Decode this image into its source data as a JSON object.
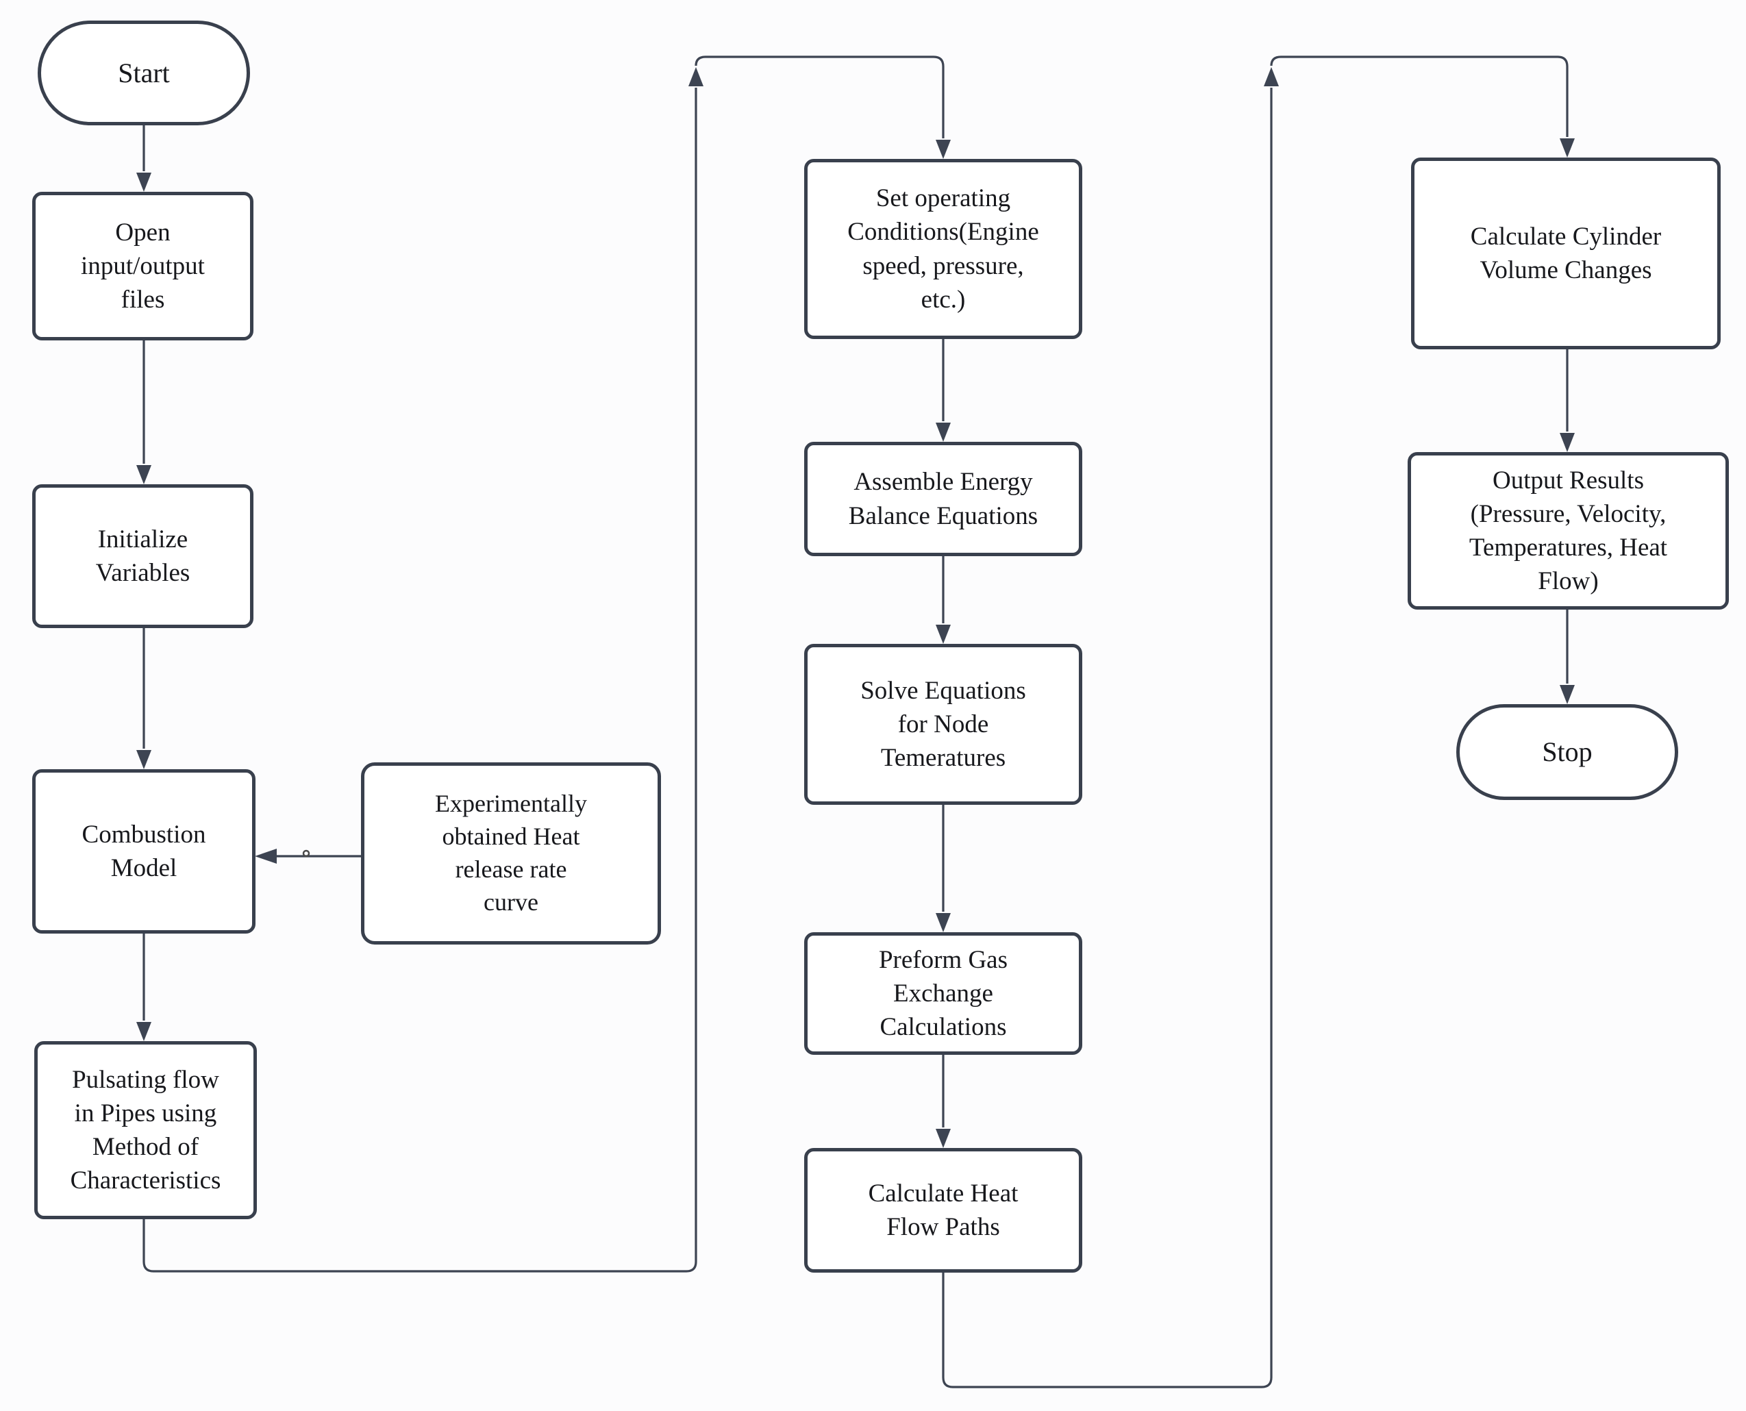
{
  "diagram_type": "flowchart",
  "colors": {
    "background": "#fcfcfd",
    "box_fill": "#ffffff",
    "box_border": "#39404d",
    "connector_line": "#3d4452",
    "text": "#17181c"
  },
  "nodes": {
    "start": {
      "label": "Start",
      "type": "terminator"
    },
    "open_files": {
      "label": "Open\ninput/output\nfiles",
      "type": "process"
    },
    "initialize": {
      "label": "Initialize\nVariables",
      "type": "process"
    },
    "combustion": {
      "label": "Combustion\nModel",
      "type": "process"
    },
    "heat_release": {
      "label": "Experimentally\nobtained Heat\nrelease rate\ncurve",
      "type": "process"
    },
    "pulsating": {
      "label": "Pulsating flow\nin Pipes using\nMethod of\nCharacteristics",
      "type": "process"
    },
    "set_conditions": {
      "label": "Set operating\nConditions(Engine\nspeed, pressure,\netc.)",
      "type": "process"
    },
    "assemble": {
      "label": "Assemble Energy\nBalance Equations",
      "type": "process"
    },
    "solve": {
      "label": "Solve Equations\nfor Node\nTemeratures",
      "type": "process"
    },
    "gas_exchange": {
      "label": "Preform Gas\nExchange\nCalculations",
      "type": "process"
    },
    "heat_flow": {
      "label": "Calculate Heat\nFlow Paths",
      "type": "process"
    },
    "cylinder_volume": {
      "label": "Calculate Cylinder\nVolume Changes",
      "type": "process"
    },
    "output_results": {
      "label": "Output Results\n(Pressure, Velocity,\nTemperatures, Heat\nFlow)",
      "type": "process"
    },
    "stop": {
      "label": "Stop",
      "type": "terminator"
    }
  },
  "connections": [
    {
      "from": "start",
      "to": "open_files"
    },
    {
      "from": "open_files",
      "to": "initialize"
    },
    {
      "from": "initialize",
      "to": "combustion"
    },
    {
      "from": "heat_release",
      "to": "combustion"
    },
    {
      "from": "combustion",
      "to": "pulsating"
    },
    {
      "from": "pulsating",
      "to": "set_conditions",
      "route": "down-right-up-right-down loop"
    },
    {
      "from": "set_conditions",
      "to": "assemble"
    },
    {
      "from": "assemble",
      "to": "solve"
    },
    {
      "from": "solve",
      "to": "gas_exchange"
    },
    {
      "from": "gas_exchange",
      "to": "heat_flow"
    },
    {
      "from": "heat_flow",
      "to": "cylinder_volume",
      "route": "down-right-up-right-down loop"
    },
    {
      "from": "cylinder_volume",
      "to": "output_results"
    },
    {
      "from": "output_results",
      "to": "stop"
    }
  ]
}
